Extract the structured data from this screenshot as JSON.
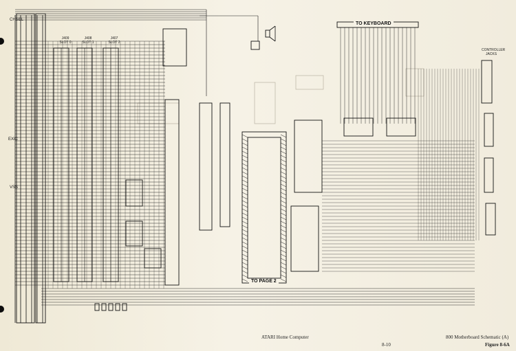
{
  "labels": {
    "to_keyboard": "TO KEYBOARD",
    "to_page_2": "TO PAGE 2",
    "controller_jacks": "CONTROLLER JACKS",
    "side_top": "CHSEL",
    "side_mid": "EXIC",
    "side_bottom": "VSS",
    "slot_1": "J409 SLOT 0",
    "slot_2": "J408 SLOT 1",
    "slot_3": "J407 SLOT 2"
  },
  "footer": {
    "brand": "ATARI Home Computer",
    "page": "8-10",
    "title": "800 Motherboard Schematic (A)",
    "figure": "Figure 8-6A"
  }
}
